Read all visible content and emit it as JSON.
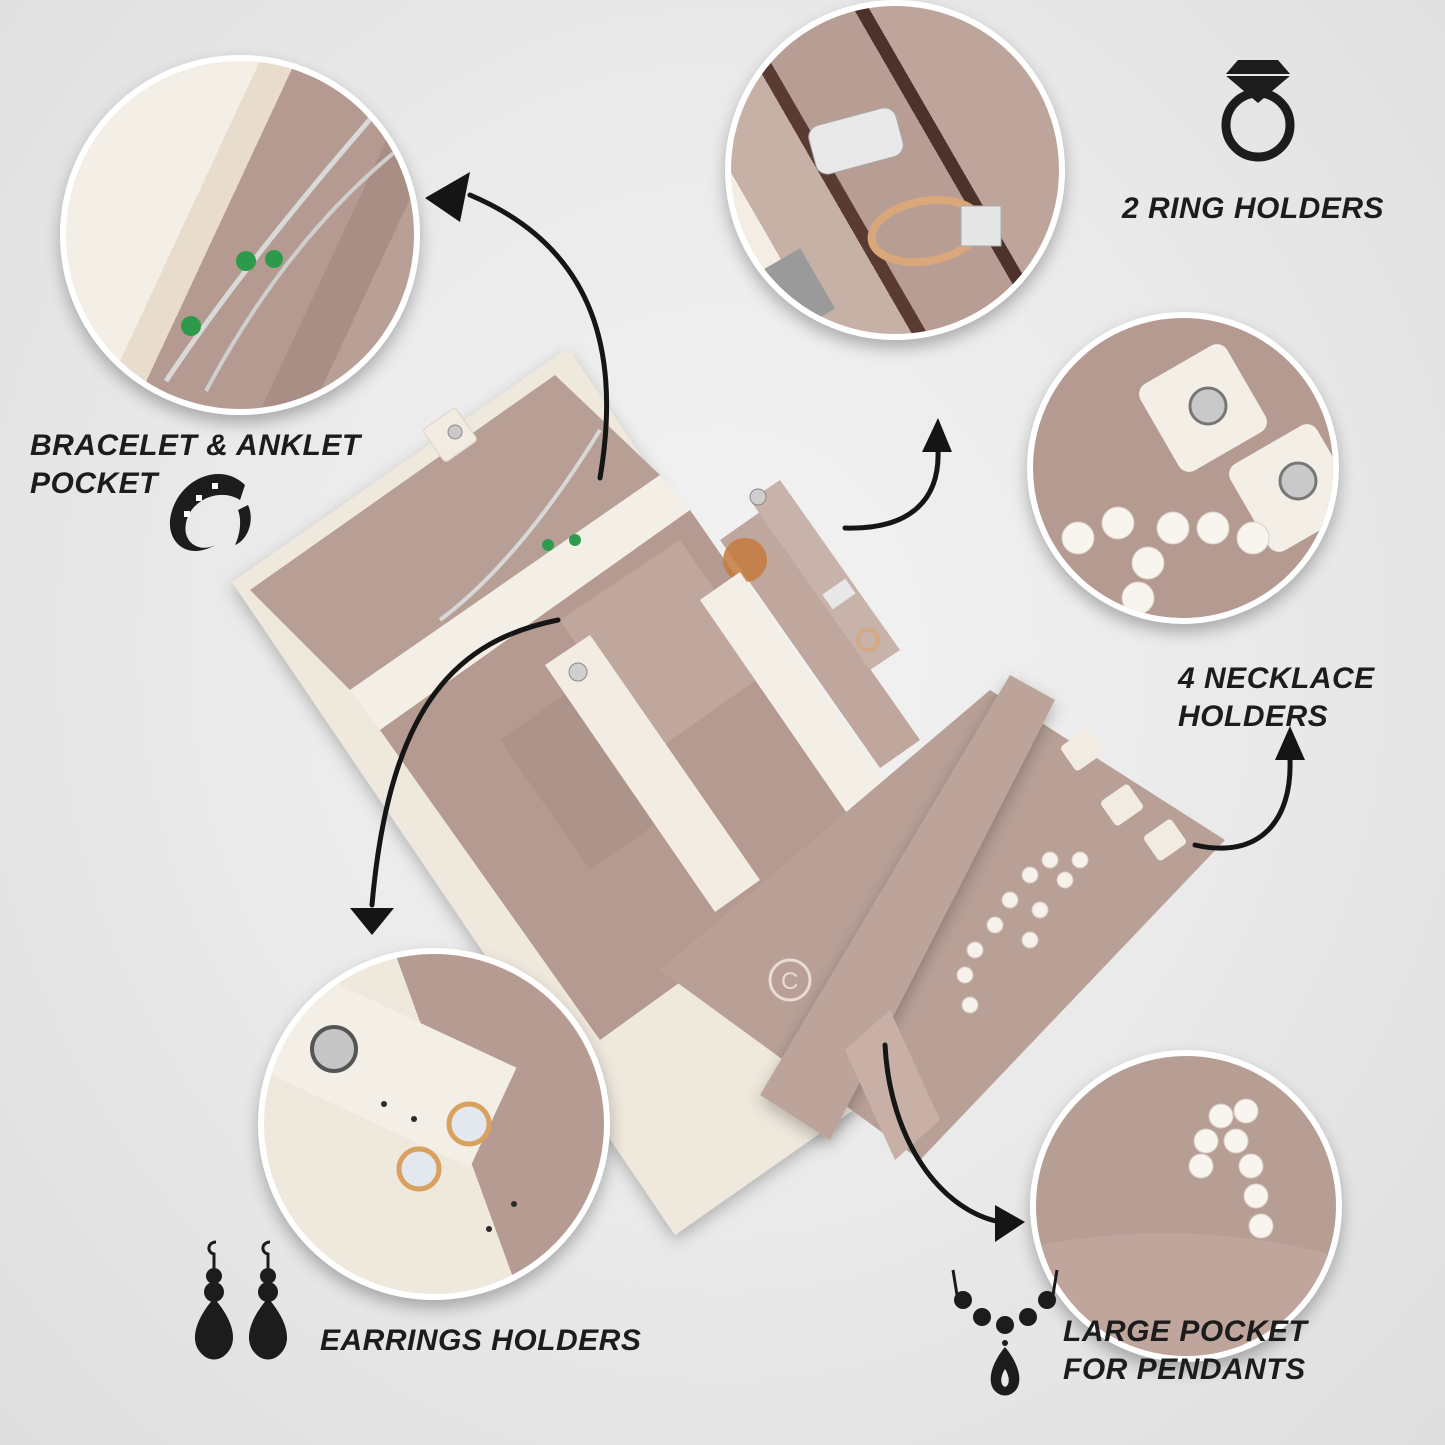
{
  "features": {
    "bracelet": {
      "line1": "BRACELET & ANKLET",
      "line2": "POCKET",
      "icon": "bracelet-icon"
    },
    "rings": {
      "label": "2 RING HOLDERS",
      "icon": "diamond-ring-icon"
    },
    "necklace": {
      "line1": "4 NECKLACE",
      "line2": "HOLDERS"
    },
    "earrings": {
      "label": "EARRINGS HOLDERS",
      "icon": "earrings-icon"
    },
    "pendants": {
      "line1": "LARGE POCKET",
      "line2": "FOR PENDANTS",
      "icon": "pendant-necklace-icon"
    }
  },
  "colors": {
    "background": "#e9e9e9",
    "velvet": "#b79d94",
    "leather": "#efe8dc",
    "text": "#1c1c1c",
    "circle_border": "#ffffff"
  },
  "product": {
    "monogram": "C"
  }
}
